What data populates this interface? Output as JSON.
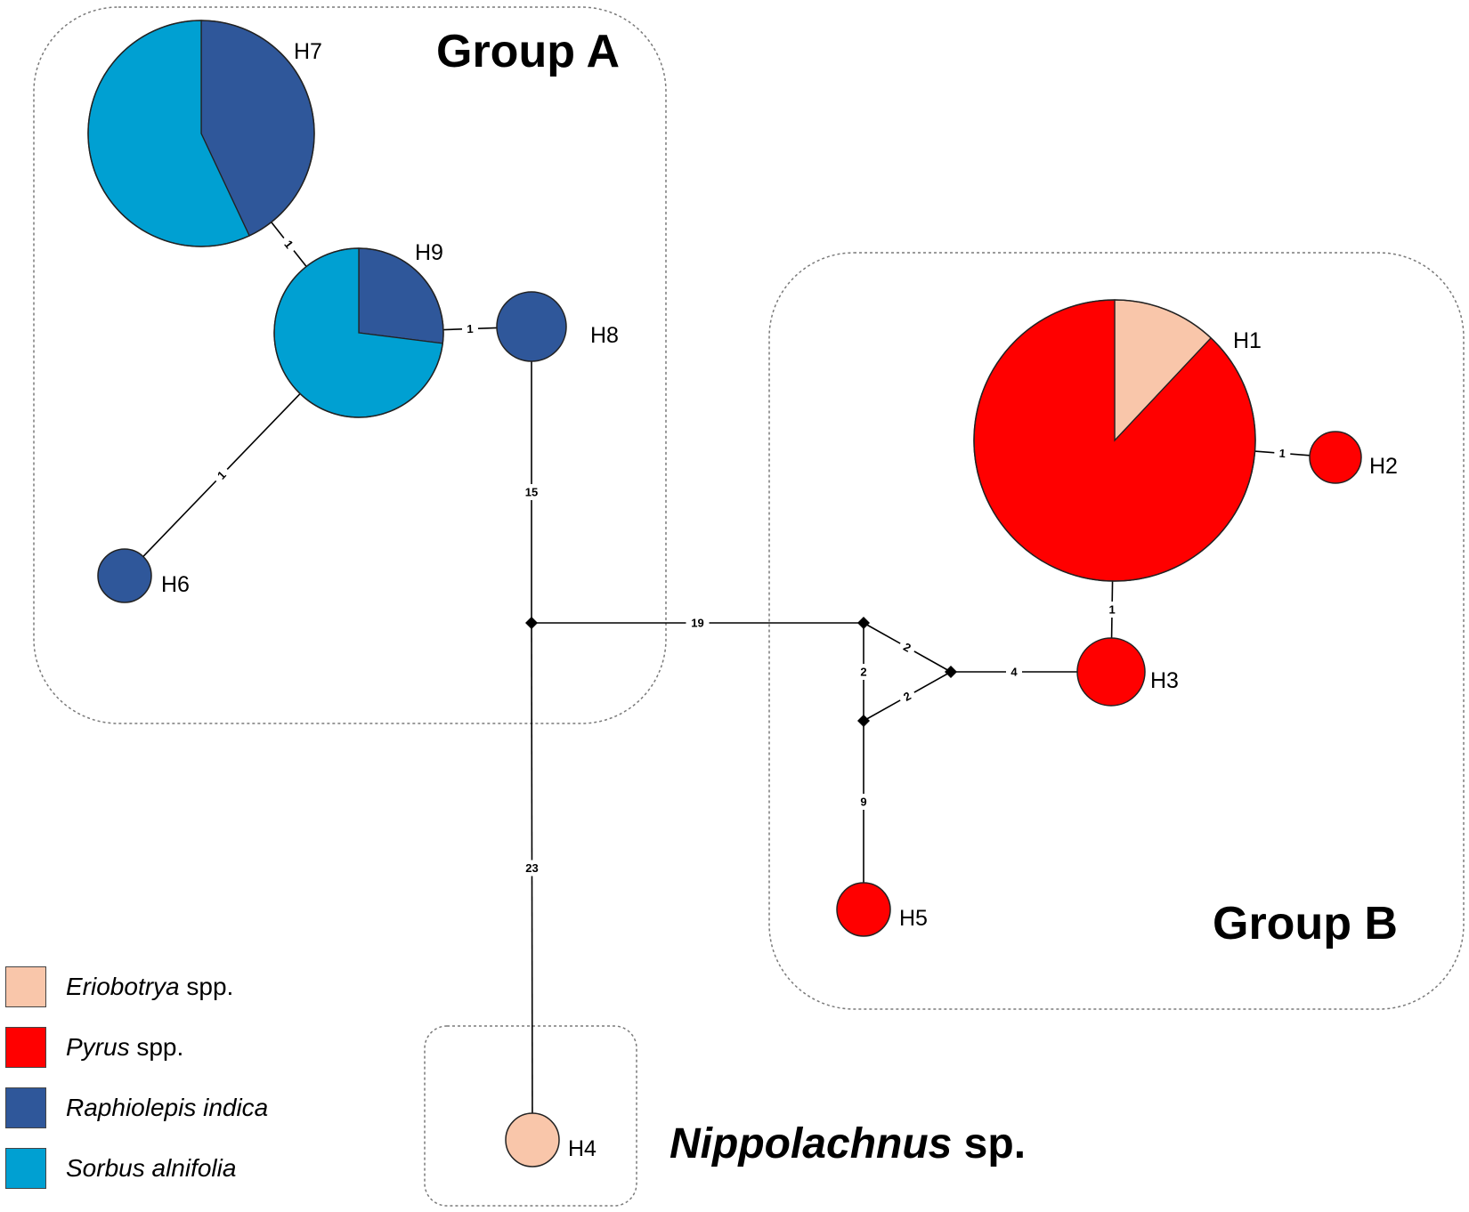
{
  "colors": {
    "eriobotrya": "#f9c6aa",
    "pyrus": "#ff0000",
    "raphiolepis": "#2f579a",
    "sorbus": "#00a0d2"
  },
  "groups": [
    {
      "id": "groupA",
      "title": "Group A"
    },
    {
      "id": "groupB",
      "title": "Group B"
    },
    {
      "id": "nippolachnus",
      "title": ""
    }
  ],
  "haplotypes": [
    {
      "id": "H7",
      "label": "H7",
      "slices": [
        {
          "host": "raphiolepis",
          "fraction": 0.43
        },
        {
          "host": "sorbus",
          "fraction": 0.57
        }
      ]
    },
    {
      "id": "H9",
      "label": "H9",
      "slices": [
        {
          "host": "raphiolepis",
          "fraction": 0.27
        },
        {
          "host": "sorbus",
          "fraction": 0.73
        }
      ]
    },
    {
      "id": "H8",
      "label": "H8",
      "slices": [
        {
          "host": "raphiolepis",
          "fraction": 1
        }
      ]
    },
    {
      "id": "H6",
      "label": "H6",
      "slices": [
        {
          "host": "raphiolepis",
          "fraction": 1
        }
      ]
    },
    {
      "id": "H1",
      "label": "H1",
      "slices": [
        {
          "host": "eriobotrya",
          "fraction": 0.12
        },
        {
          "host": "pyrus",
          "fraction": 0.88
        }
      ]
    },
    {
      "id": "H2",
      "label": "H2",
      "slices": [
        {
          "host": "pyrus",
          "fraction": 1
        }
      ]
    },
    {
      "id": "H3",
      "label": "H3",
      "slices": [
        {
          "host": "pyrus",
          "fraction": 1
        }
      ]
    },
    {
      "id": "H5",
      "label": "H5",
      "slices": [
        {
          "host": "pyrus",
          "fraction": 1
        }
      ]
    },
    {
      "id": "H4",
      "label": "H4",
      "slices": [
        {
          "host": "eriobotrya",
          "fraction": 1
        }
      ]
    }
  ],
  "edges": [
    {
      "from": "H7",
      "to": "H9",
      "label": "1"
    },
    {
      "from": "H9",
      "to": "H8",
      "label": "1"
    },
    {
      "from": "H9",
      "to": "H6",
      "label": "1"
    },
    {
      "from": "H8",
      "to": "mv1",
      "label": "15"
    },
    {
      "from": "mv1",
      "to": "mv2",
      "label": "19"
    },
    {
      "from": "mv1",
      "to": "H4",
      "label": "23"
    },
    {
      "from": "mv2",
      "to": "mv3",
      "label": "2"
    },
    {
      "from": "mv2",
      "to": "mv4",
      "label": "2"
    },
    {
      "from": "mv4",
      "to": "mv3",
      "label": "2"
    },
    {
      "from": "mv3",
      "to": "H3",
      "label": "4"
    },
    {
      "from": "H3",
      "to": "H1",
      "label": "1"
    },
    {
      "from": "H1",
      "to": "H2",
      "label": "1"
    },
    {
      "from": "mv4",
      "to": "H5",
      "label": "9"
    }
  ],
  "legend": [
    {
      "host": "eriobotrya",
      "italic": "Eriobotrya",
      "rest": " spp."
    },
    {
      "host": "pyrus",
      "italic": "Pyrus",
      "rest": " spp."
    },
    {
      "host": "raphiolepis",
      "italic": "Raphiolepis indica",
      "rest": ""
    },
    {
      "host": "sorbus",
      "italic": "Sorbus alnifolia",
      "rest": ""
    }
  ],
  "species_title": {
    "italic": "Nippolachnus",
    "rest": " sp."
  }
}
